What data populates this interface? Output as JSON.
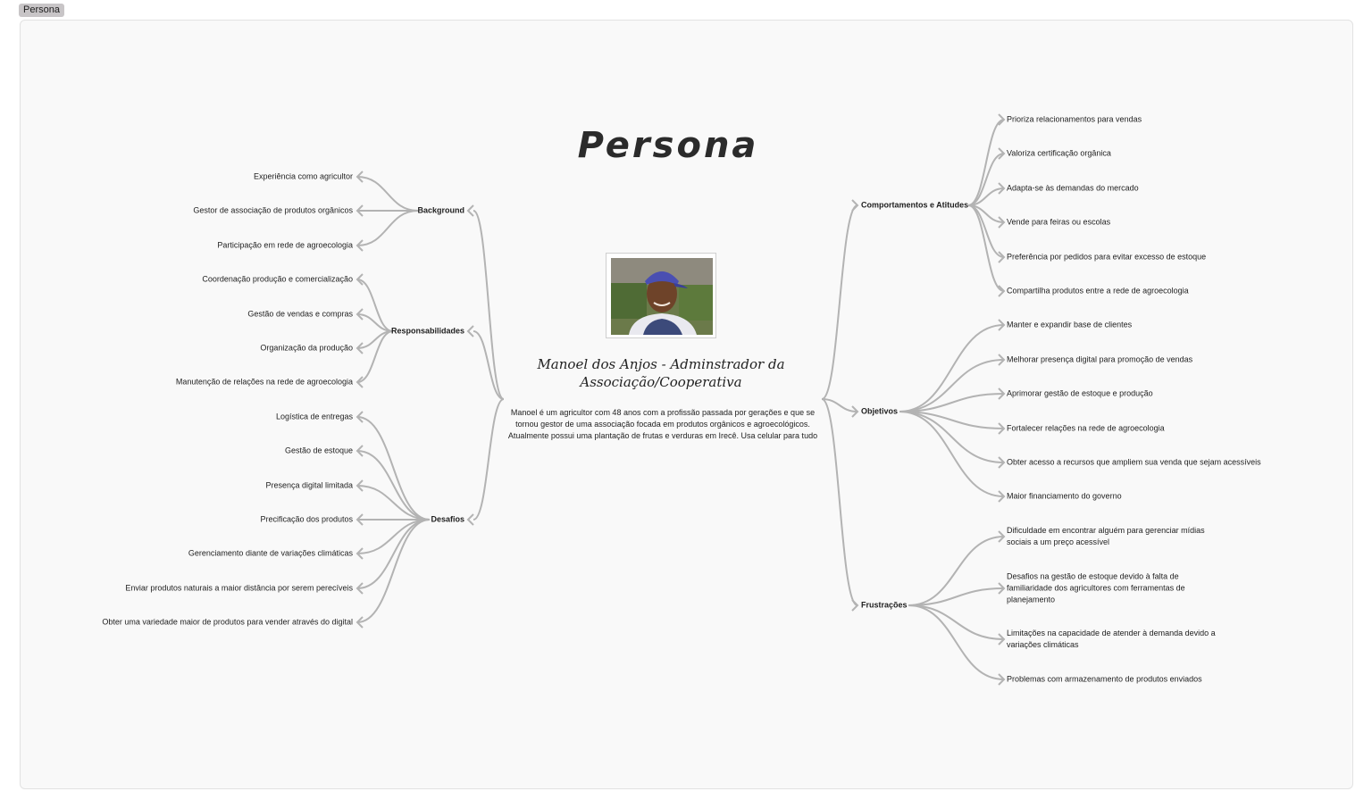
{
  "frame": {
    "tag": "Persona"
  },
  "title": "Persona",
  "persona": {
    "name": "Manoel dos Anjos - Adminstrador da Associação/Cooperativa",
    "description": "Manoel é um agricultor com 48 anos com a profissão passada por gerações e que se tornou gestor de uma associação focada em produtos orgânicos e agroecológicos. Atualmente possui uma plantação de frutas e verduras em Irecê. Usa celular para tudo",
    "photo_icon": "person-photo-icon"
  },
  "left_branches": [
    {
      "label": "Background",
      "items": [
        "Experiência como agricultor",
        "Gestor de associação de produtos orgânicos",
        "Participação em rede de agroecologia"
      ]
    },
    {
      "label": "Responsabilidades",
      "items": [
        "Coordenação produção e comercialização",
        "Gestão de vendas e compras",
        "Organização da produção",
        "Manutenção de relações na rede de agroecologia"
      ]
    },
    {
      "label": "Desafios",
      "items": [
        "Logística de entregas",
        "Gestão de estoque",
        "Presença digital limitada",
        "Precificação dos produtos",
        "Gerenciamento diante de variações climáticas",
        "Enviar produtos naturais a maior distância por serem perecíveis",
        "Obter uma variedade maior de produtos para vender através do digital"
      ]
    }
  ],
  "right_branches": [
    {
      "label": "Comportamentos e Atitudes",
      "items": [
        "Prioriza relacionamentos para vendas",
        "Valoriza certificação orgânica",
        "Adapta-se às demandas do mercado",
        "Vende para feiras ou escolas",
        "Preferência por pedidos para evitar excesso de estoque",
        "Compartilha produtos entre a rede de agroecologia"
      ]
    },
    {
      "label": "Objetivos",
      "items": [
        "Manter e expandir base de clientes",
        "Melhorar presença digital para promoção de vendas",
        "Aprimorar gestão de estoque e produção",
        "Fortalecer relações na rede de agroecologia",
        "Obter acesso a recursos que ampliem sua venda que sejam acessíveis",
        "Maior financiamento do governo"
      ]
    },
    {
      "label": "Frustrações",
      "items": [
        "Dificuldade em encontrar alguém para gerenciar mídias sociais a um preço acessível",
        "Desafios na gestão de estoque devido à falta de familiaridade dos agricultores com ferramentas de planejamento",
        "Limitações na capacidade de atender à demanda devido a variações climáticas",
        "Problemas com armazenamento de produtos enviados"
      ]
    }
  ],
  "colors": {
    "connector": "#b3b3b3",
    "frame_bg": "#f9f9f9",
    "tag_bg": "#c8c5c7"
  }
}
